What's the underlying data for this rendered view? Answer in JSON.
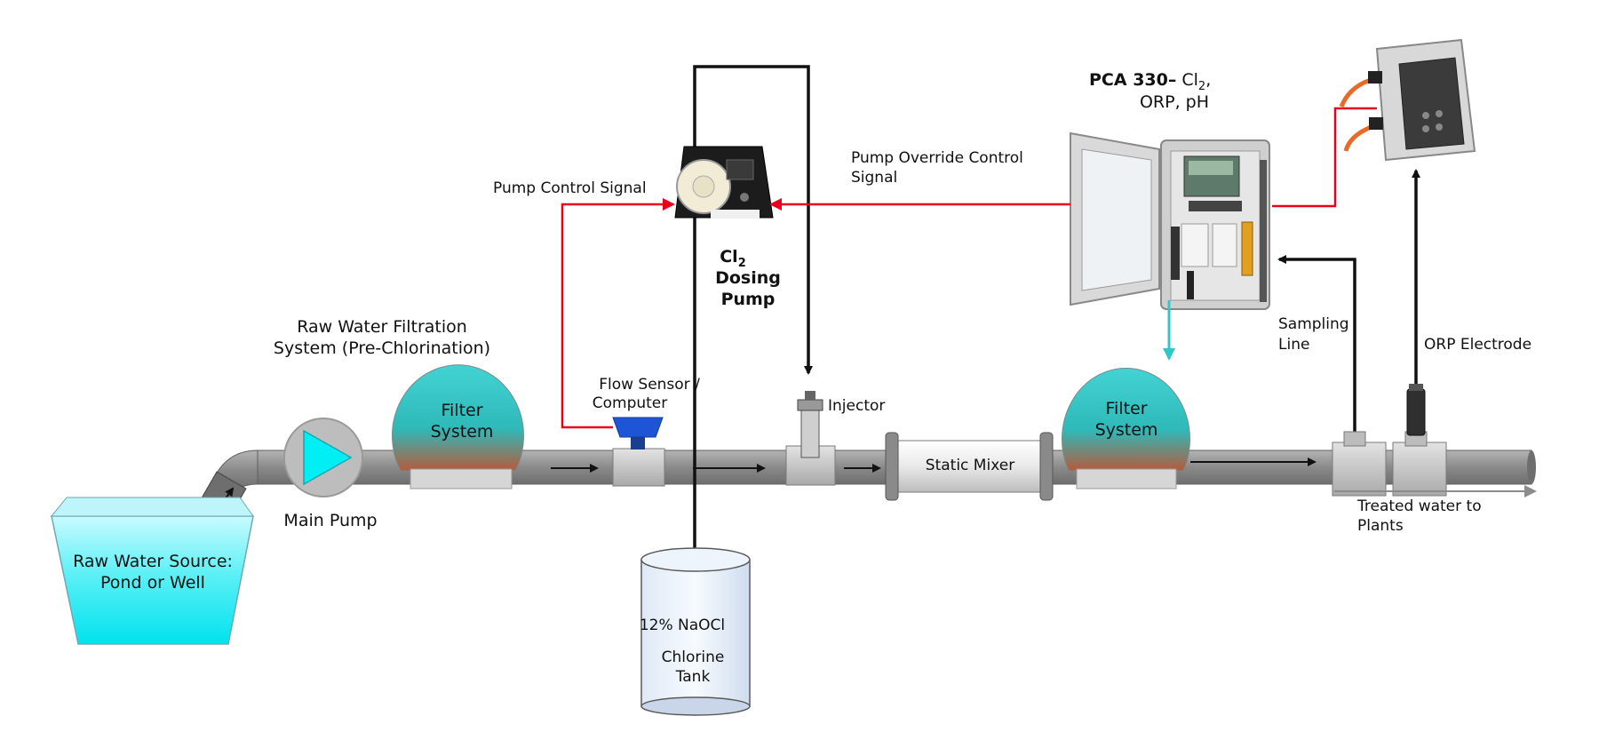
{
  "colors": {
    "pipe": "#8c8c8c",
    "water": "#00e5f0",
    "filter_top": "#2fc9c9",
    "filter_bottom": "#b45a3c",
    "signal_line": "#e8001c",
    "chemical_line": "#111111",
    "sample_arrow": "#31c7c7",
    "pump_triangle": "#00eef4"
  },
  "labels": {
    "source_line1": "Raw Water Source:",
    "source_line2": "Pond or Well",
    "main_pump": "Main Pump",
    "raw_filtration_line1": "Raw Water Filtration",
    "raw_filtration_line2": "System (Pre-Chlorination)",
    "filter1_line1": "Filter",
    "filter1_line2": "System",
    "flow_sensor_line1": "Flow Sensor /",
    "flow_sensor_line2": "Computer",
    "pump_control_signal": "Pump Control Signal",
    "dosing_pump_cl": "Cl",
    "dosing_pump_sub": "2",
    "dosing_pump_line2": "Dosing",
    "dosing_pump_line3": "Pump",
    "injector": "Injector",
    "static_mixer": "Static Mixer",
    "tank_line1": "12% NaOCl",
    "tank_line2": "Chlorine",
    "tank_line3": "Tank",
    "override_line1": "Pump Override Control",
    "override_line2": "Signal",
    "pca_title_bold": "PCA 330–",
    "pca_title_cl": "Cl",
    "pca_title_sub": "2",
    "pca_title_comma": ",",
    "pca_line2": "ORP, pH",
    "filter2_line1": "Filter",
    "filter2_line2": "System",
    "sampling_line1": "Sampling",
    "sampling_line2": "Line",
    "orp_electrode": "ORP Electrode",
    "treated_line1": "Treated water to",
    "treated_line2": "Plants"
  }
}
